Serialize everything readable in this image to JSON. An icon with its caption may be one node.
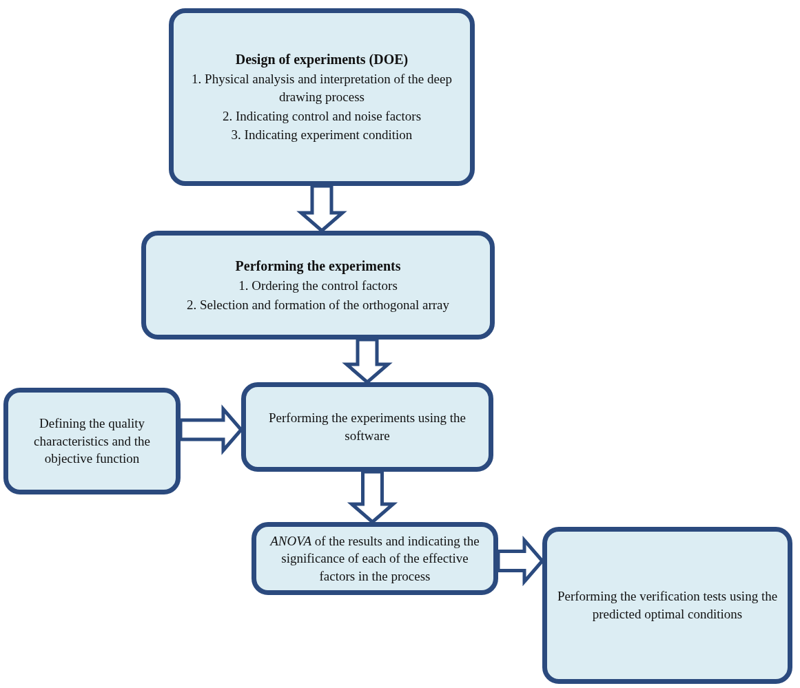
{
  "diagram": {
    "nodes": [
      {
        "text": [
          "Design of experiments (DOE)",
          "1. Physical analysis and interpretation of the deep drawing process",
          "2. Indicating control and noise factors",
          "3. Indicating experiment condition"
        ]
      },
      {
        "text": [
          "Performing the experiments",
          "1. Ordering the control factors",
          "2. Selection and formation of the orthogonal array"
        ]
      },
      {
        "text": [
          "Defining the quality characteristics and the objective function"
        ]
      },
      {
        "text": [
          "Performing the experiments using the software"
        ]
      },
      {
        "text": [
          "*ANOVA* of the results and indicating the significance of each of the effective factors in the process"
        ]
      },
      {
        "text": [
          "Performing the verification tests using the predicted optimal conditions"
        ]
      }
    ],
    "edges": [
      {
        "from": 0,
        "to": 1,
        "arrow": "to"
      },
      {
        "from": 1,
        "to": 3,
        "arrow": "to"
      },
      {
        "from": 2,
        "to": 3,
        "arrow": "to"
      },
      {
        "from": 3,
        "to": 4,
        "arrow": "to"
      },
      {
        "from": 4,
        "to": 5,
        "arrow": "to"
      }
    ]
  }
}
